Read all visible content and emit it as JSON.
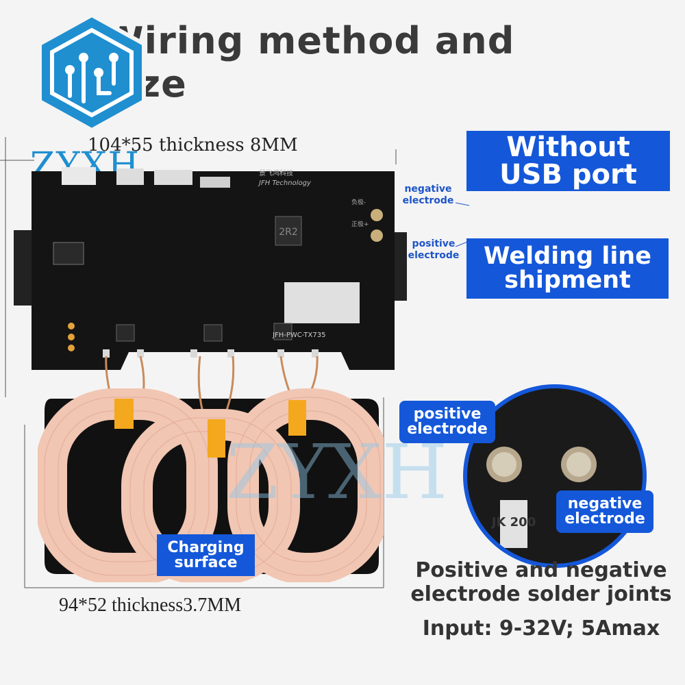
{
  "header": {
    "title": "Wiring method and size",
    "logo_text": "ZYXH",
    "watermark_text": "ZYXH"
  },
  "dimensions": {
    "board": "104*55 thickness 8MM",
    "coil": "94*52  thickness3.7MM"
  },
  "labels": {
    "without_usb": [
      "Without",
      "USB port"
    ],
    "welding": [
      "Welding line",
      "shipment"
    ],
    "negative_small": [
      "negative",
      "electrode"
    ],
    "positive_small": [
      "positive",
      "electrode"
    ],
    "charging_surface": [
      "Charging",
      "surface"
    ],
    "zoom_positive": [
      "positive",
      "electrode"
    ],
    "zoom_negative": [
      "negative",
      "electrode"
    ]
  },
  "board_text": {
    "brand": "JFH Technology",
    "brand_cn": "景飞鸿科技",
    "model": "JFH-PWC-TX735",
    "inductor": "2R2",
    "pad_neg": "负极-",
    "pad_pos": "正极+",
    "chip": "JK 200"
  },
  "footer": {
    "caption": [
      "Positive and negative",
      "electrode solder joints"
    ],
    "input": "Input: 9-32V; 5Amax"
  },
  "colors": {
    "accent_blue": "#1457d9",
    "board": "#141414",
    "coil": "#f1c6b3",
    "tape": "#f4a81d",
    "logo_blue": "#1f8fd0"
  }
}
